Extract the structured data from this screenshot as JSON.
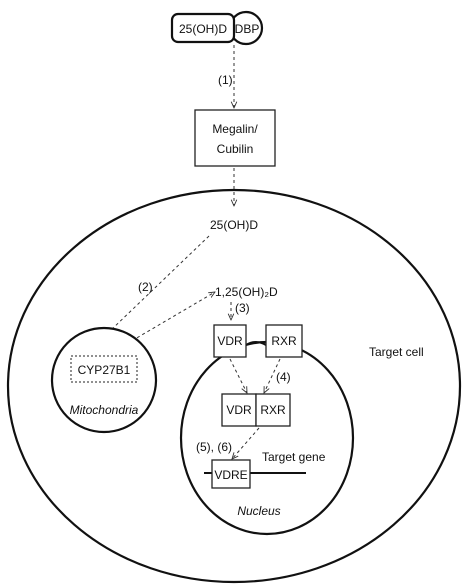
{
  "molecules": {
    "vitamin": "25(OH)D",
    "binding_protein": "DBP",
    "receptor_label": "Megalin/",
    "receptor_label_2": "Cubilin",
    "intracellular_vitamin": "25(OH)D",
    "active_vitamin": "1,25(OH)₂D",
    "enzyme": "CYP27B1",
    "vdr": "VDR",
    "rxr": "RXR",
    "complex_vdr": "VDR",
    "complex_rxr": "RXR",
    "vdre": "VDRE"
  },
  "compartments": {
    "cell": "Target cell",
    "mitochondria": "Mitochondria",
    "nucleus": "Nucleus",
    "gene": "Target gene"
  },
  "steps": {
    "s1": "(1)",
    "s2": "(2)",
    "s3": "(3)",
    "s4": "(4)",
    "s5": "(5), (6)"
  }
}
